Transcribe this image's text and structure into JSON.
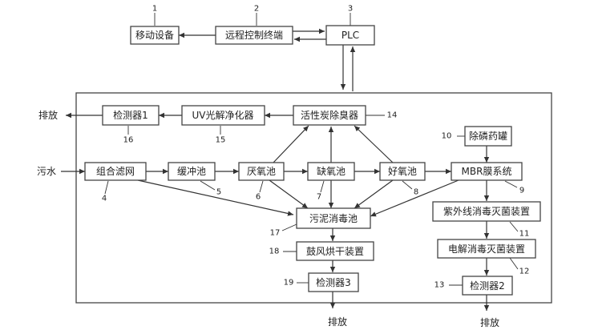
{
  "nodes": {
    "mobile": "移动设备",
    "remote": "远程控制终端",
    "plc": "PLC",
    "detector1": "检测器1",
    "uv_purifier": "UV光解净化器",
    "carbon": "活性炭除臭器",
    "phosphorus_tank": "除磷药罐",
    "filter": "组合滤网",
    "buffer": "缓冲池",
    "anaerobic": "厌氧池",
    "anoxic": "缺氧池",
    "aerobic": "好氧池",
    "mbr": "MBR膜系统",
    "sludge": "污泥消毒池",
    "uv_sterilizer": "紫外线消毒灭菌装置",
    "blower_dryer": "鼓风烘干装置",
    "electrolysis": "电解消毒灭菌装置",
    "detector3": "检测器3",
    "detector2": "检测器2"
  },
  "labels": {
    "inlet": "污水",
    "outlet_left": "排放",
    "outlet_bottom_1": "排放",
    "outlet_bottom_2": "排放"
  },
  "numbers": {
    "n1": "1",
    "n2": "2",
    "n3": "3",
    "n4": "4",
    "n5": "5",
    "n6": "6",
    "n7": "7",
    "n8": "8",
    "n9": "9",
    "n10": "10",
    "n11": "11",
    "n12": "12",
    "n13": "13",
    "n14": "14",
    "n15": "15",
    "n16": "16",
    "n17": "17",
    "n18": "18",
    "n19": "19"
  }
}
